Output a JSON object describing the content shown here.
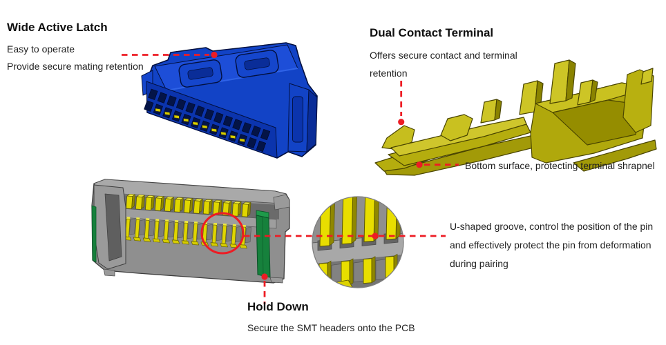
{
  "colors": {
    "accent_red": "#ed1c24",
    "connector_blue": "#1243c6",
    "terminal_olive": "#b5ad0e",
    "header_gray": "#8f8f8f",
    "hold_down_green": "#16813c",
    "pin_yellow": "#e0d600"
  },
  "sections": {
    "wide_active_latch": {
      "title": "Wide Active Latch",
      "line1": "Easy to operate",
      "line2": "Provide secure mating retention"
    },
    "dual_contact_terminal": {
      "title": "Dual Contact Terminal",
      "line1": "Offers secure contact and terminal",
      "line2": "retention",
      "callout": "Bottom surface, protecting terminal shrapnel"
    },
    "u_shaped_groove": {
      "line1": "U-shaped groove, control the position of the pin",
      "line2": "and effectively protect the pin from deformation",
      "line3": "during pairing"
    },
    "hold_down": {
      "title": "Hold Down",
      "line1": "Secure the SMT headers onto the PCB"
    }
  }
}
